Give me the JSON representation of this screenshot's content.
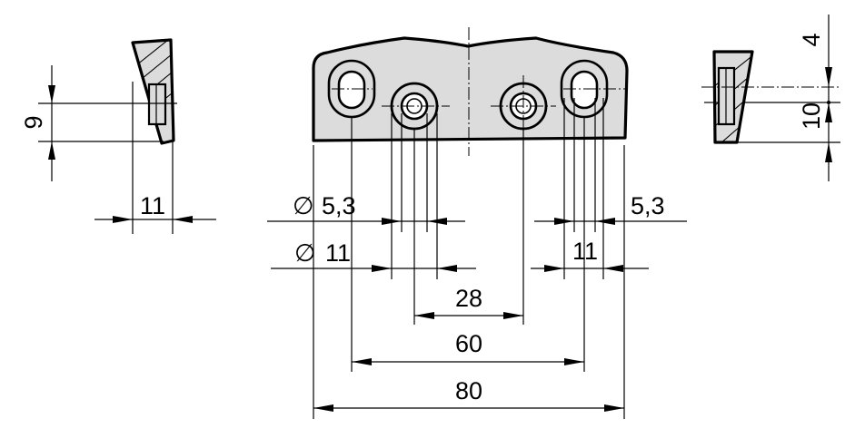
{
  "dimensions": {
    "left_height": "9",
    "left_width": "11",
    "hole_diameter": "5,3",
    "hole_diameter_prefix": "∅",
    "counterbore_diameter": "11",
    "counterbore_prefix": "∅",
    "right_slot_width": "5,3",
    "right_slot_outer": "11",
    "hole_spacing": "28",
    "slot_spacing": "60",
    "overall_width": "80",
    "right_top": "4",
    "right_height": "10"
  }
}
